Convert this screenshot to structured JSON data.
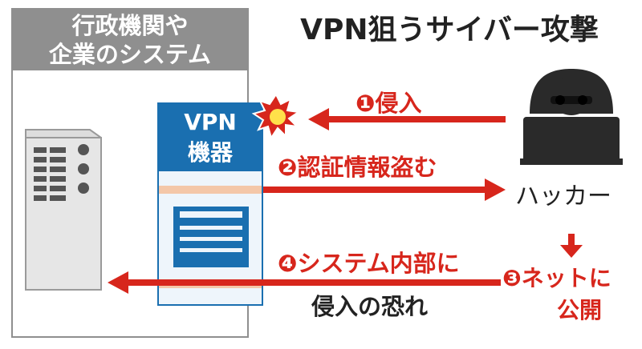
{
  "title": "VPN狙うサイバー攻撃",
  "organization": {
    "label": "行政機関や\n企業のシステム"
  },
  "vpn_device": {
    "label": "VPN\n機器"
  },
  "hacker": {
    "label": "ハッカー"
  },
  "steps": {
    "step1": "❶侵入",
    "step2": "❷認証情報盗む",
    "step3": "❸ネットに",
    "step3_sub": "公開",
    "step4": "❹システム内部に",
    "step4_sub": "侵入の恐れ"
  },
  "colors": {
    "arrow_red": "#d7261c",
    "vpn_blue": "#1a6fb0",
    "org_gray": "#8f8f8f",
    "stripe_peach": "#f4c7a8",
    "hacker_dark": "#2a2a2a"
  },
  "icons": [
    "server-icon",
    "vpn-window-icon",
    "hacker-icon",
    "explosion-icon"
  ]
}
